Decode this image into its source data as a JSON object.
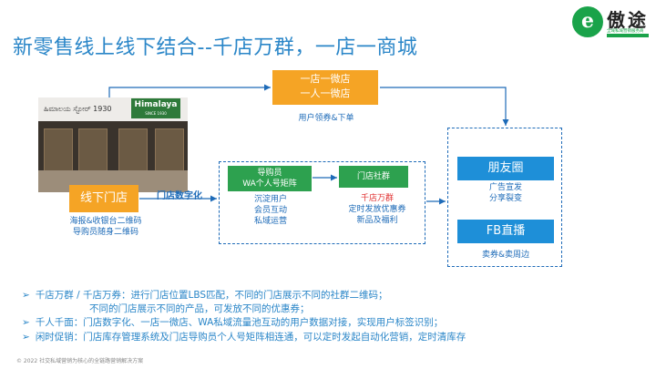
{
  "title": "新零售线上线下结合--千店万群，一店一商城",
  "logo": {
    "char": "e",
    "name": "傲途",
    "tagline": "全域私域营销服务商"
  },
  "store_photo": {
    "sign_text": "ಹಿಮಾಲಯ ಸ್ಟೋರ್ 1930",
    "brand": "Himalaya",
    "brand_sub": "SINCE 1930"
  },
  "weidian": {
    "line1": "一店一微店",
    "line2": "一人一微店",
    "caption": "用户领券&下单"
  },
  "offline_store": {
    "label": "线下门店",
    "caption1": "海报&收银台二维码",
    "caption2": "导购员随身二维码"
  },
  "store_digital_label": "门店数字化",
  "guide": {
    "line1": "导购员",
    "line2": "WA个人号矩阵",
    "caption1": "沉淀用户",
    "caption2": "会员互动",
    "caption3": "私域运营"
  },
  "community": {
    "label": "门店社群",
    "caption_red": "千店万群",
    "caption2": "定时发放优惠券",
    "caption3": "新品及福利"
  },
  "moments": {
    "label": "朋友圈",
    "caption1": "广告宣发",
    "caption2": "分享裂变"
  },
  "fb_live": {
    "label": "FB直播",
    "caption": "卖券&卖周边"
  },
  "bullets": [
    "千店万群 / 千店万券：进行门店位置LBS匹配，不同的门店展示不同的社群二维码；",
    "不同的门店展示不同的产品，可发放不同的优惠券；",
    "千人千面：门店数字化、一店一微店、WA私域流量池互动的用户数据对接，实现用户标签识别；",
    "闲时促销：门店库存管理系统及门店导购员个人号矩阵相连通，可以定时发起自动化营销，定时清库存"
  ],
  "copyright": "© 2022 社交私域营销为核心的全链路营销解决方案",
  "colors": {
    "title": "#2a86c8",
    "orange": "#f5a425",
    "blue": "#1e8fd8",
    "green": "#2da14f",
    "red": "#e03030"
  }
}
